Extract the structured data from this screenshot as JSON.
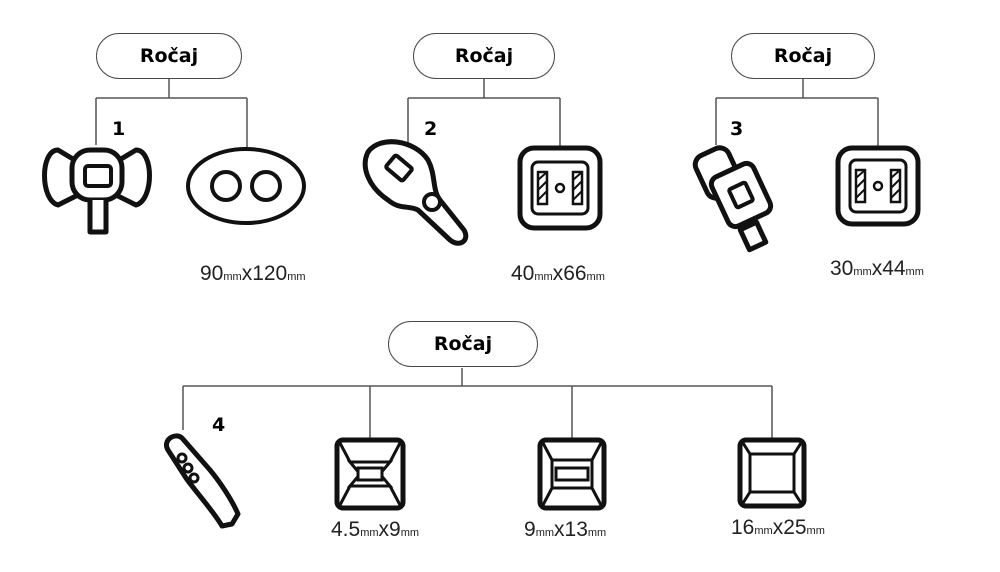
{
  "groups": [
    {
      "label": "Ročaj",
      "number": "1",
      "dims": [
        {
          "a": "90",
          "b": "120",
          "unit": "mm"
        }
      ]
    },
    {
      "label": "Ročaj",
      "number": "2",
      "dims": [
        {
          "a": "40",
          "b": "66",
          "unit": "mm"
        }
      ]
    },
    {
      "label": "Ročaj",
      "number": "3",
      "dims": [
        {
          "a": "30",
          "b": "44",
          "unit": "mm"
        }
      ]
    },
    {
      "label": "Ročaj",
      "number": "4",
      "dims": [
        {
          "a": "4.5",
          "b": "9",
          "unit": "mm"
        },
        {
          "a": "9",
          "b": "13",
          "unit": "mm"
        },
        {
          "a": "16",
          "b": "25",
          "unit": "mm"
        }
      ]
    }
  ],
  "icons": [
    "handle-1-icon",
    "oval-pad-icon",
    "handle-2-icon",
    "square-pad-icon",
    "handle-3-icon",
    "square-pad-icon",
    "handle-4-pen-icon",
    "small-tip-icon",
    "medium-tip-icon",
    "large-tip-icon"
  ]
}
